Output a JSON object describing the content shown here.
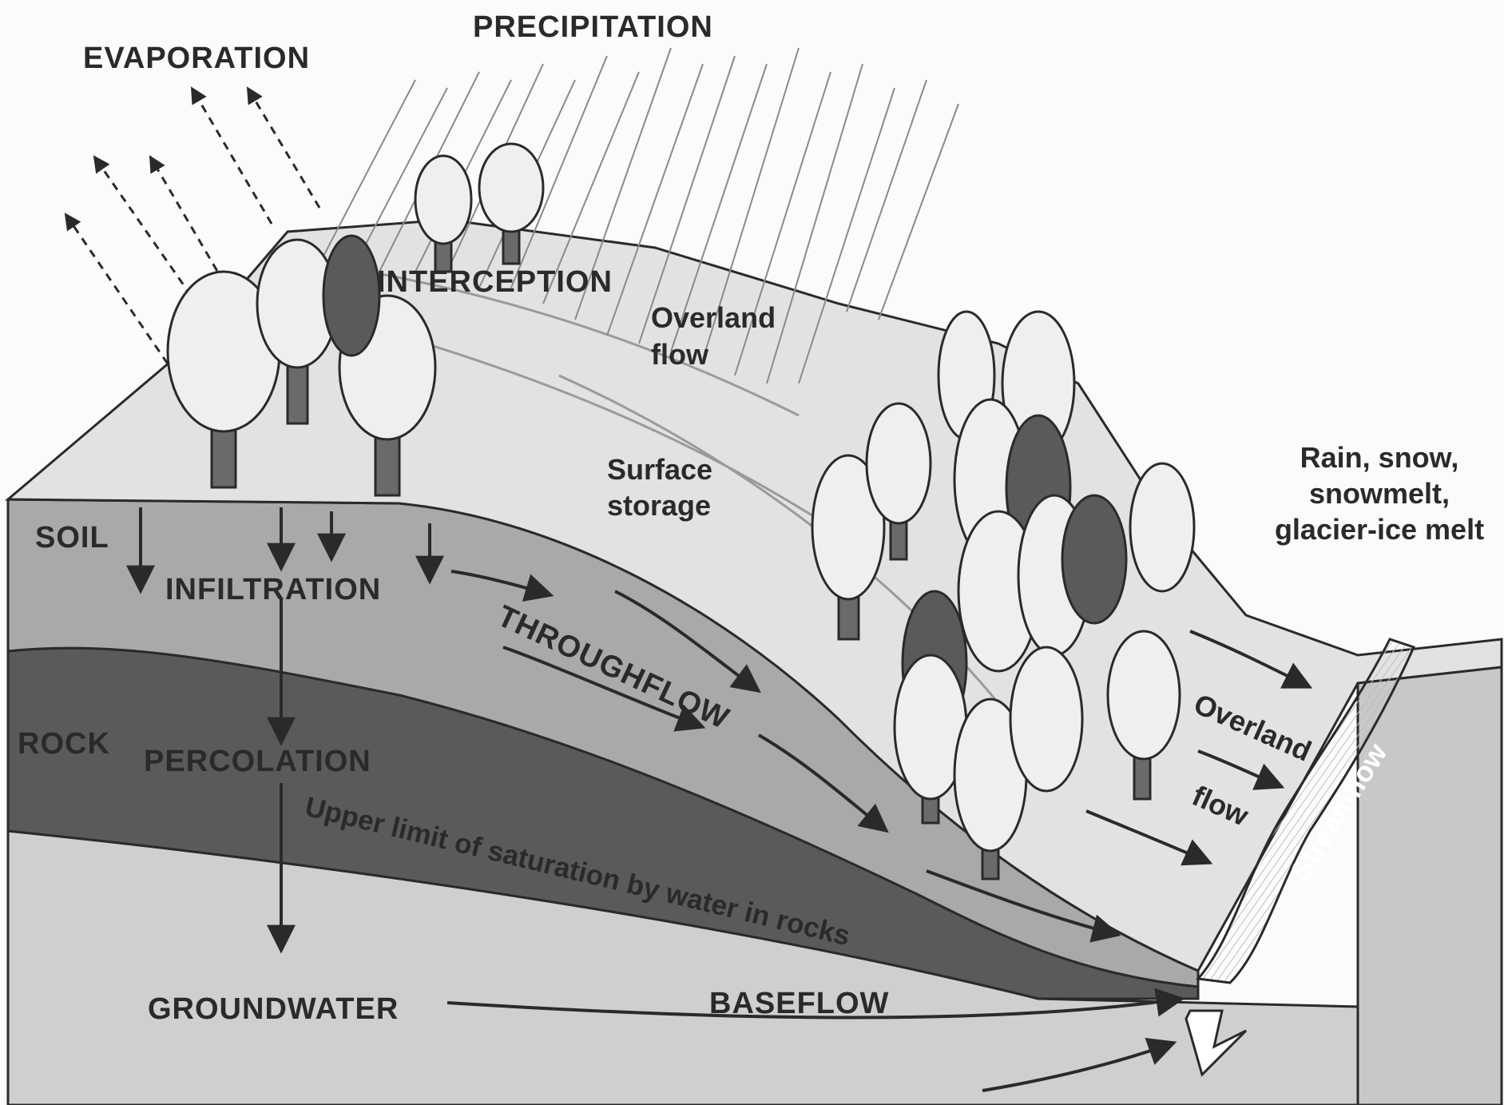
{
  "diagram": {
    "labels": {
      "precipitation": "PRECIPITATION",
      "evaporation": "EVAPORATION",
      "interception": "INTERCEPTION",
      "overland_flow_top_1": "Overland",
      "overland_flow_top_2": "flow",
      "surface_storage_1": "Surface",
      "surface_storage_2": "storage",
      "soil": "SOIL",
      "infiltration": "INFILTRATION",
      "throughflow": "THROUGHFLOW",
      "rock": "ROCK",
      "percolation": "PERCOLATION",
      "saturation_limit": "Upper limit of saturation by water in rocks",
      "groundwater": "GROUNDWATER",
      "baseflow": "BASEFLOW",
      "rain_snow_1": "Rain, snow,",
      "rain_snow_2": "snowmelt,",
      "rain_snow_3": "glacier-ice melt",
      "overland_flow_right_1": "Overland",
      "overland_flow_right_2": "flow",
      "streamflow": "Streamflow"
    },
    "colors": {
      "background": "#fbfbfb",
      "soil": "#a9a9a9",
      "rock": "#5a5a5a",
      "groundwater": "#cfcfcf",
      "surface": "#dedede",
      "ink": "#2a2a2a"
    }
  }
}
